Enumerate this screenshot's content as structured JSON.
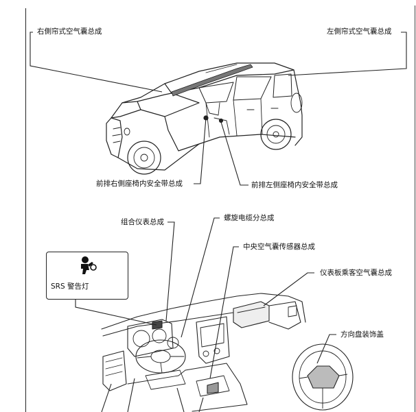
{
  "diagram": {
    "labels": {
      "right_curtain_airbag": "右側帘式空气囊总成",
      "left_curtain_airbag": "左側帘式空气囊总成",
      "front_right_seatbelt": "前排右側座椅内安全带总成",
      "front_left_seatbelt": "前排左侧座椅内安全带总成",
      "combination_meter": "组合仪表总成",
      "spiral_cable": "螺旋电缆分总成",
      "center_airbag_sensor": "中央空气囊传感器总成",
      "passenger_airbag": "仪表板乘客空气囊总成",
      "steering_pad": "方向盘装饰盖",
      "srs_warning_light": "SRS 警告灯"
    },
    "icons": {
      "airbag_warning": "airbag-warning-icon"
    }
  }
}
